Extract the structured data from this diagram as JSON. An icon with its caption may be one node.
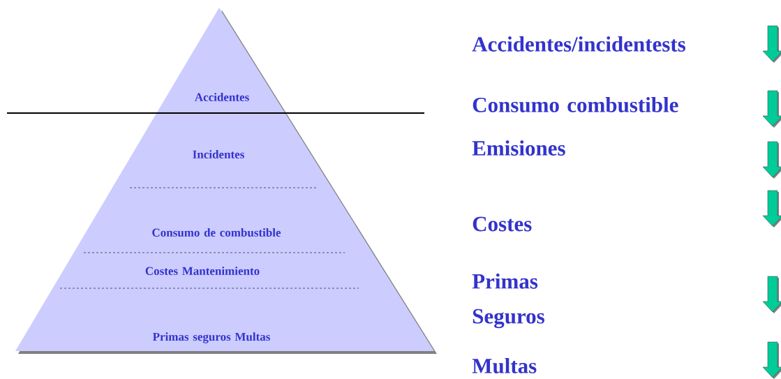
{
  "diagram": {
    "nodes": [
      {
        "text": [
          "Accidentes",
          "Incidentes",
          "Consumo de combustible",
          "Costes Mantenimiento",
          "Primas seguros Multas"
        ]
      }
    ],
    "labels": [
      "Accidentes/incidentests",
      "Consumo combustible",
      "Emisiones",
      "Costes",
      "Primas Seguros",
      "Multas"
    ]
  }
}
